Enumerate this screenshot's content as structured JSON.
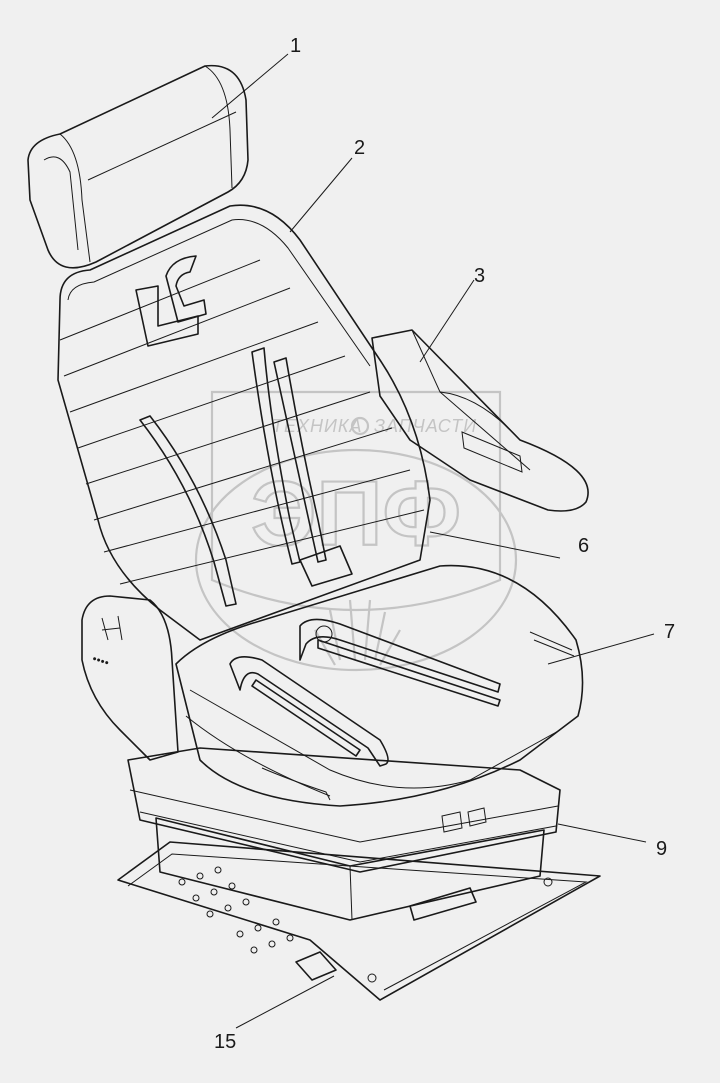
{
  "callouts": [
    {
      "id": "c1",
      "label": "1"
    },
    {
      "id": "c2",
      "label": "2"
    },
    {
      "id": "c3",
      "label": "3"
    },
    {
      "id": "c6",
      "label": "6"
    },
    {
      "id": "c7",
      "label": "7"
    },
    {
      "id": "c9",
      "label": "9"
    },
    {
      "id": "c15",
      "label": "15"
    }
  ],
  "watermark": {
    "text_left": "ТЕХНИКА",
    "text_right": "ЗАПЧАСТИ",
    "letters": "ЭПФ"
  },
  "colors": {
    "background": "#f0f0f0",
    "line": "#1a1a1a",
    "watermark": "#c4c4c4"
  }
}
